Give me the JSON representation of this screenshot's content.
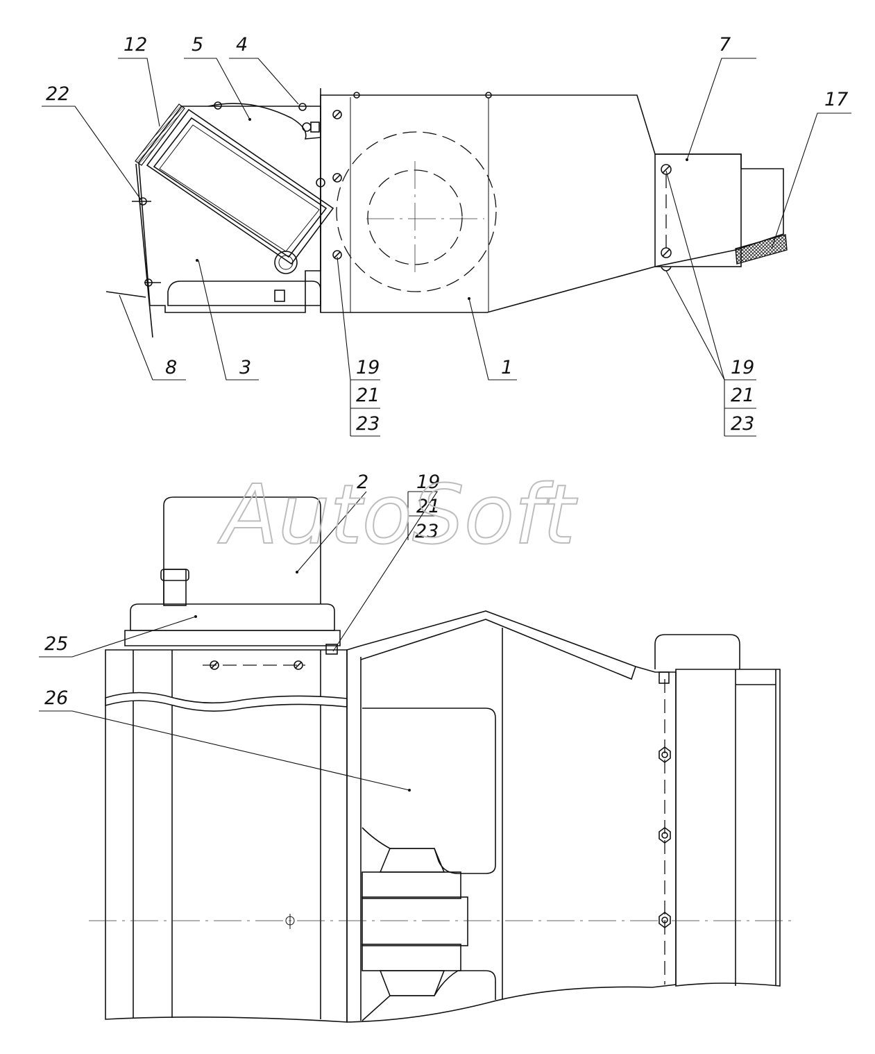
{
  "watermark": "AutoSoft",
  "top_view": {
    "callouts": {
      "c12": "12",
      "c5": "5",
      "c4": "4",
      "c7": "7",
      "c17": "17",
      "c22": "22",
      "c8": "8",
      "c3": "3",
      "c1": "1",
      "stack_left": [
        "19",
        "21",
        "23"
      ],
      "stack_right": [
        "19",
        "21",
        "23"
      ]
    }
  },
  "bottom_view": {
    "callouts": {
      "c2": "2",
      "stack": [
        "19",
        "21",
        "23"
      ],
      "c25": "25",
      "c26": "26"
    }
  }
}
